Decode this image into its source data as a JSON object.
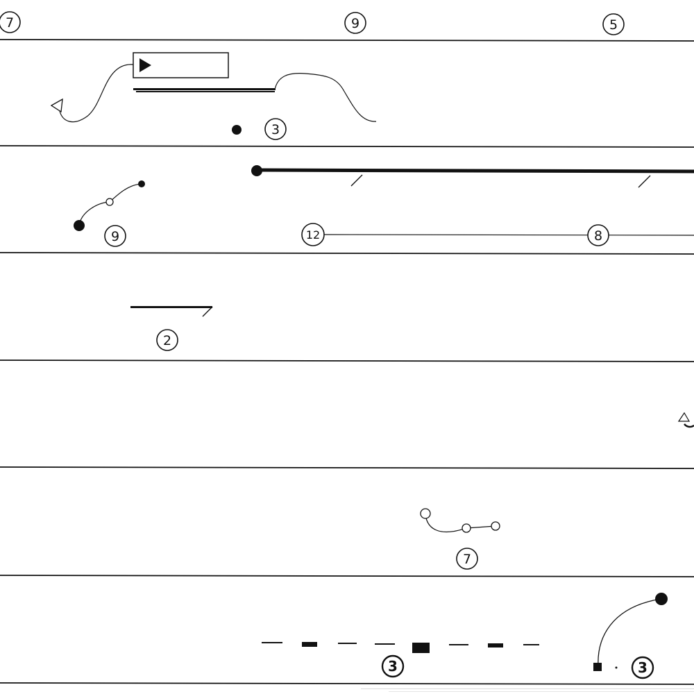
{
  "colors": {
    "paper": "#ffffff",
    "ink": "#111111"
  },
  "header_numbers": [
    "7",
    "9",
    "5"
  ],
  "systems": [
    {
      "numbers": [
        "3"
      ]
    },
    {
      "numbers": [
        "9",
        "12",
        "8"
      ]
    },
    {
      "numbers": [
        "2"
      ]
    },
    {
      "numbers": []
    },
    {
      "numbers": [
        "7"
      ]
    },
    {
      "numbers": [
        "3",
        "3"
      ]
    }
  ]
}
